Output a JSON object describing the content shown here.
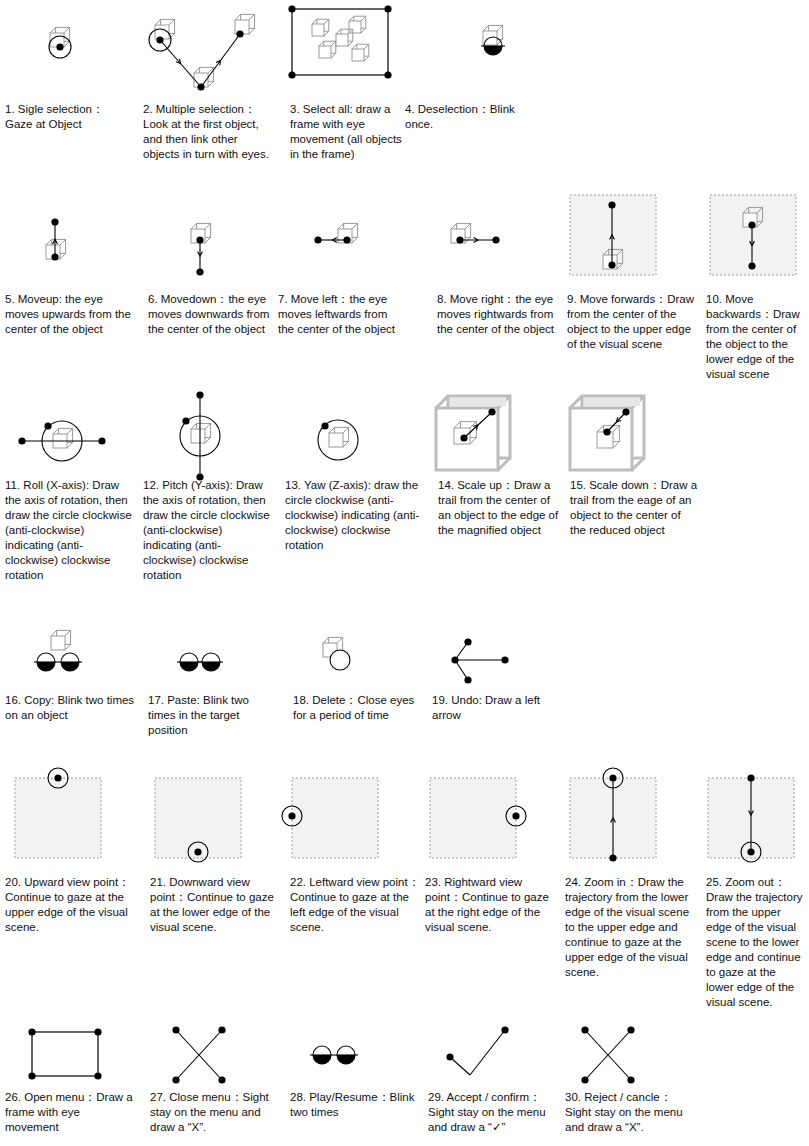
{
  "diagram": {
    "labels": [
      "1. Sigle selection：Gaze at Object",
      "2. Multiple selection：Look at the first object, and then link other objects in turn with eyes.",
      "3. Select all: draw a frame with eye movement (all objects in the frame)",
      "4. Deselection：Blink once.",
      "5. Moveup: the eye moves upwards from the center of the object",
      "6. Movedown：the eye moves downwards from the center of the object",
      "7. Move left：the eye moves leftwards from the center of the object",
      "8. Move right：the eye moves rightwards from the center of the object",
      "9. Move forwards：Draw from the center of the object to the upper edge of the visual scene",
      "10. Move backwards：Draw from the center of the object to the lower edge of the visual scene",
      "11. Roll (X-axis): Draw the axis of rotation, then draw the circle clockwise (anti-clockwise) indicating (anti-clockwise) clockwise rotation",
      "12. Pitch (Y-axis): Draw the axis of rotation, then draw the circle clockwise (anti-clockwise) indicating (anti-clockwise) clockwise rotation",
      "13. Yaw (Z-axis): draw the circle clockwise (anti-clockwise) indicating (anti-clockwise) clockwise rotation",
      "14. Scale up：Draw a trail from the center of an object to the edge of the magnified object",
      "15. Scale down：Draw a trail from the eage of an object to the center of the reduced object",
      "16. Copy: Blink two times on an object",
      "17. Paste: Blink two times in the target position",
      "18. Delete：Close eyes for a period of time",
      "19. Undo: Draw a left arrow",
      "20. Upward view point：Continue to gaze at the upper edge of the visual scene.",
      "21. Downward view point：Continue to gaze at the lower edge of the visual scene.",
      "22. Leftward view point：Continue to gaze at the left edge of the visual scene.",
      "23. Rightward view point：Continue to gaze at the right edge of the visual scene.",
      "24. Zoom in：Draw the trajectory from the lower edge of the visual scene to the upper edge and continue to gaze at the upper edge of the visual scene.",
      "25. Zoom out：Draw the trajectory from the upper edge of the visual scene to the lower edge and continue to gaze at the lower edge of the visual scene.",
      "26. Open menu：Draw a frame with eye movement",
      "27. Close menu：Sight stay on the menu and draw a “X”.",
      "28. Play/Resume：Blink two times",
      "29. Accept / confirm：Sight stay on the menu and draw a “✓”",
      "30. Reject / cancle：Sight stay on the menu and draw a “X”."
    ]
  }
}
